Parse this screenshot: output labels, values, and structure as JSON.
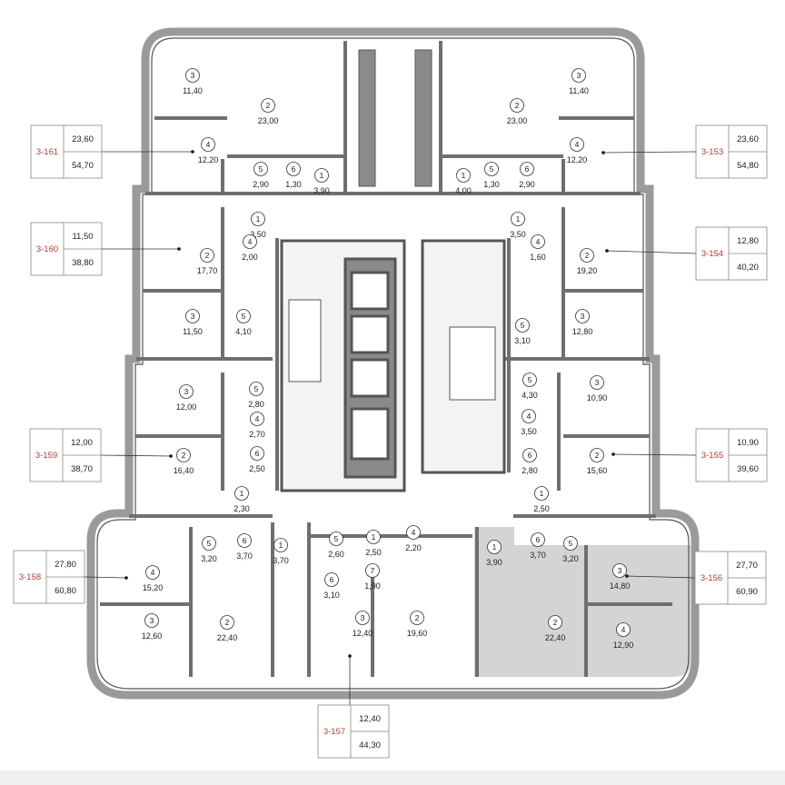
{
  "colors": {
    "wall": "#6f6f6f",
    "outer_wall": "#9a9a9a",
    "highlight_apartment": "#d4d4d4",
    "apartment_label": "#c0392b",
    "text": "#222222"
  },
  "highlighted_apartment": "3-156",
  "apartments": [
    {
      "id": "3-161",
      "living_area": "23,60",
      "total_area": "54,70",
      "rooms": [
        {
          "num": "3",
          "area": "11,40"
        },
        {
          "num": "2",
          "area": "23,00"
        },
        {
          "num": "4",
          "area": "12,20"
        },
        {
          "num": "5",
          "area": "2,90"
        },
        {
          "num": "6",
          "area": "1,30"
        },
        {
          "num": "1",
          "area": "3,90"
        }
      ]
    },
    {
      "id": "3-153",
      "living_area": "23,60",
      "total_area": "54,80",
      "rooms": [
        {
          "num": "2",
          "area": "23,00"
        },
        {
          "num": "3",
          "area": "11,40"
        },
        {
          "num": "4",
          "area": "12,20"
        },
        {
          "num": "5",
          "area": "1,30"
        },
        {
          "num": "6",
          "area": "2,90"
        },
        {
          "num": "1",
          "area": "4,00"
        }
      ]
    },
    {
      "id": "3-160",
      "living_area": "11,50",
      "total_area": "38,80",
      "rooms": [
        {
          "num": "1",
          "area": "3,50"
        },
        {
          "num": "4",
          "area": "2,00"
        },
        {
          "num": "2",
          "area": "17,70"
        },
        {
          "num": "3",
          "area": "11,50"
        },
        {
          "num": "5",
          "area": "4,10"
        }
      ]
    },
    {
      "id": "3-154",
      "living_area": "12,80",
      "total_area": "40,20",
      "rooms": [
        {
          "num": "1",
          "area": "3,50"
        },
        {
          "num": "4",
          "area": "1,60"
        },
        {
          "num": "2",
          "area": "19,20"
        },
        {
          "num": "3",
          "area": "12,80"
        },
        {
          "num": "5",
          "area": "3,10"
        }
      ]
    },
    {
      "id": "3-159",
      "living_area": "12,00",
      "total_area": "38,70",
      "rooms": [
        {
          "num": "3",
          "area": "12,00"
        },
        {
          "num": "5",
          "area": "2,80"
        },
        {
          "num": "4",
          "area": "2,70"
        },
        {
          "num": "6",
          "area": "2,50"
        },
        {
          "num": "2",
          "area": "16,40"
        },
        {
          "num": "1",
          "area": "2,30"
        }
      ]
    },
    {
      "id": "3-155",
      "living_area": "10,90",
      "total_area": "39,60",
      "rooms": [
        {
          "num": "5",
          "area": "4,30"
        },
        {
          "num": "3",
          "area": "10,90"
        },
        {
          "num": "4",
          "area": "3,50"
        },
        {
          "num": "2",
          "area": "15,60"
        },
        {
          "num": "6",
          "area": "2,80"
        },
        {
          "num": "1",
          "area": "2,50"
        }
      ]
    },
    {
      "id": "3-158",
      "living_area": "27,80",
      "total_area": "60,80",
      "rooms": [
        {
          "num": "5",
          "area": "3,20"
        },
        {
          "num": "6",
          "area": "3,70"
        },
        {
          "num": "1",
          "area": "3,70"
        },
        {
          "num": "4",
          "area": "15,20"
        },
        {
          "num": "3",
          "area": "12,60"
        },
        {
          "num": "2",
          "area": "22,40"
        }
      ]
    },
    {
      "id": "3-157",
      "living_area": "12,40",
      "total_area": "44,30",
      "rooms": [
        {
          "num": "5",
          "area": "2,60"
        },
        {
          "num": "1",
          "area": "2,50"
        },
        {
          "num": "4",
          "area": "2,20"
        },
        {
          "num": "7",
          "area": "1,90"
        },
        {
          "num": "6",
          "area": "3,10"
        },
        {
          "num": "3",
          "area": "12,40"
        },
        {
          "num": "2",
          "area": "19,60"
        }
      ]
    },
    {
      "id": "3-156",
      "living_area": "27,70",
      "total_area": "60,90",
      "rooms": [
        {
          "num": "1",
          "area": "3,90"
        },
        {
          "num": "6",
          "area": "3,70"
        },
        {
          "num": "5",
          "area": "3,20"
        },
        {
          "num": "3",
          "area": "14,80"
        },
        {
          "num": "2",
          "area": "22,40"
        },
        {
          "num": "4",
          "area": "12,90"
        }
      ]
    }
  ]
}
